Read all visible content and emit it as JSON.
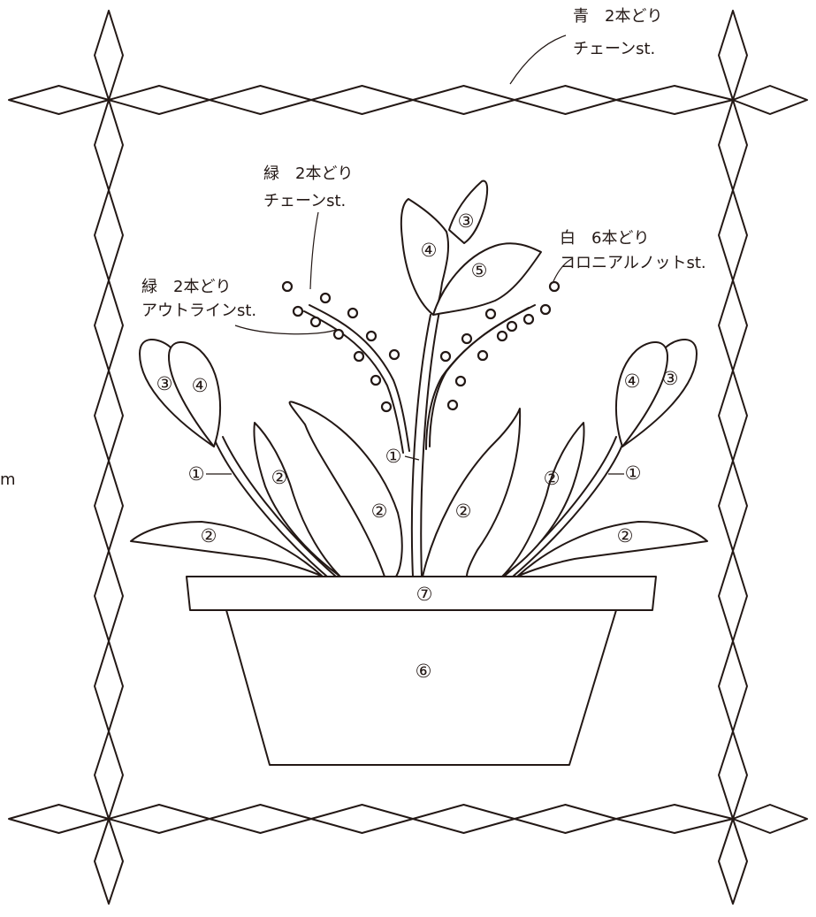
{
  "annotations": {
    "border": {
      "line1": "青　2本どり",
      "line2": "チェーンst."
    },
    "stem_top": {
      "line1": "緑　2本どり",
      "line2": "チェーンst."
    },
    "knots": {
      "line1": "白　6本どり",
      "line2": "コロニアルノットst."
    },
    "outline": {
      "line1": "緑　2本どり",
      "line2": "アウトラインst."
    },
    "edge_mark": "m"
  },
  "part_numbers": {
    "n1": "①",
    "n2": "②",
    "n3": "③",
    "n4": "④",
    "n5": "⑤",
    "n6": "⑥",
    "n7": "⑦"
  },
  "colors": {
    "line": "#231815",
    "background": "#ffffff"
  }
}
